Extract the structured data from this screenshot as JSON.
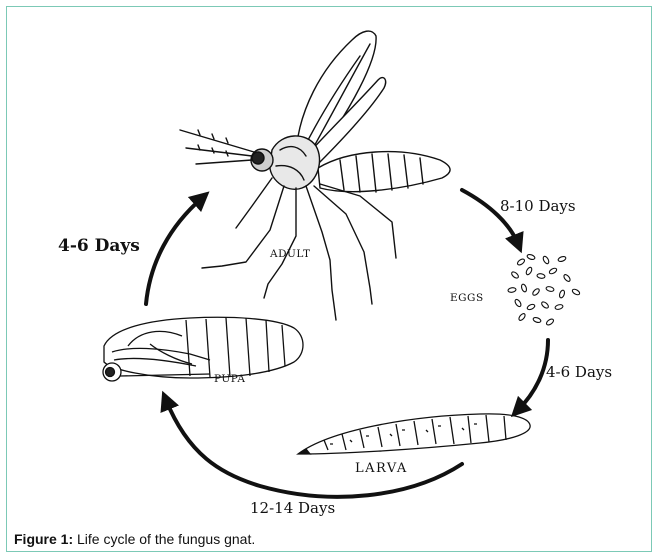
{
  "stages": {
    "adult": "ADULT",
    "eggs": "EGGS",
    "larva": "LARVA",
    "pupa": "PUPA"
  },
  "durations": {
    "adult_to_eggs": "8-10 Days",
    "eggs_to_larva": "4-6 Days",
    "larva_to_pupa": "12-14 Days",
    "pupa_to_adult": "4-6 Days"
  },
  "caption": {
    "label": "Figure 1:",
    "text": " Life cycle of the fungus gnat."
  },
  "colors": {
    "frame_border": "#7cc9b6",
    "ink": "#111111"
  }
}
